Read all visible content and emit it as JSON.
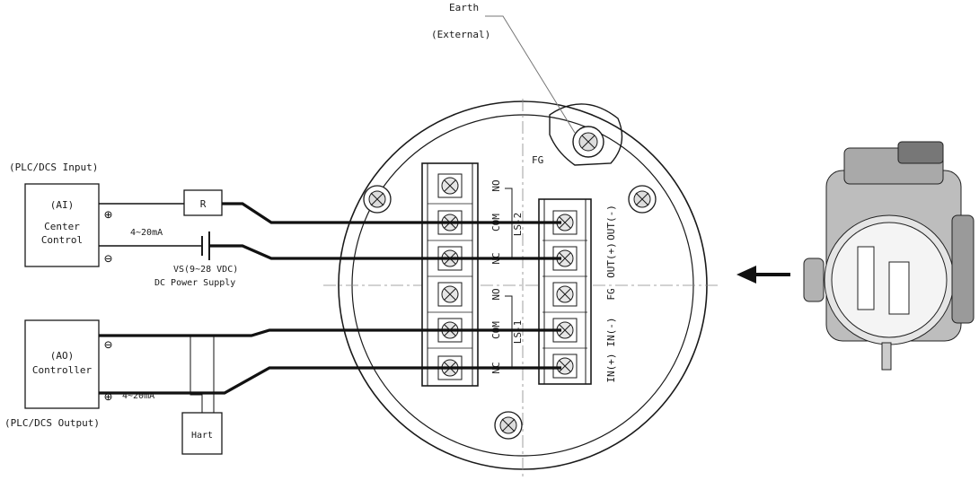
{
  "earth": {
    "line1": "Earth",
    "line2": "(External)"
  },
  "fg_top": "FG",
  "plc_input": {
    "caption": "(PLC/DCS Input)",
    "box_line1": "(AI)",
    "box_line2": "Center",
    "box_line3": "Control",
    "plus": "⊕",
    "minus": "⊖"
  },
  "resistor": "R",
  "current_in": "4~20mA",
  "power_supply": {
    "line1": "VS(9~28 VDC)",
    "line2": "DC Power Supply"
  },
  "plc_output": {
    "caption": "(PLC/DCS Output)",
    "box_line1": "(AO)",
    "box_line2": "Controller",
    "plus": "⊕",
    "minus": "⊖",
    "current": "4~20mA"
  },
  "hart": "Hart",
  "left_terminals": [
    "NO",
    "COM",
    "NC",
    "NO",
    "COM",
    "NC"
  ],
  "switch_labels": [
    "LS-2",
    "LS-1"
  ],
  "right_terminals": [
    "OUT(-)",
    "OUT(+)",
    "FG",
    "IN(-)",
    "IN(+)"
  ],
  "colors": {
    "line": "#1a1a1a",
    "thin": "#777777",
    "wire": "#111111"
  }
}
